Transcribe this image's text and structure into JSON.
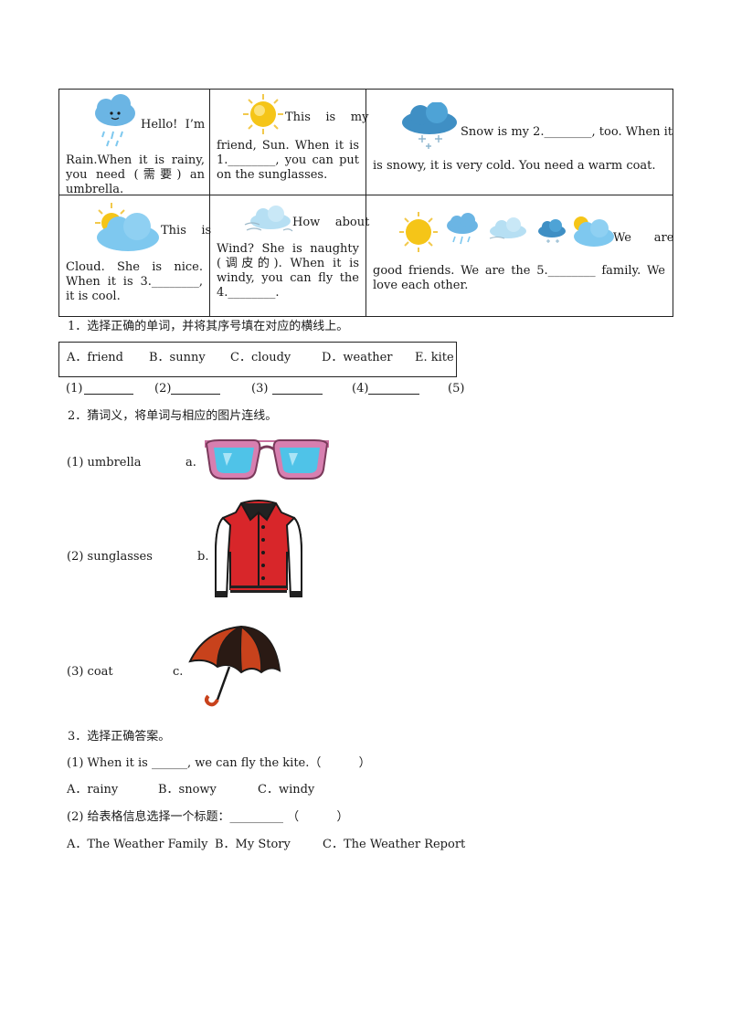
{
  "story_table": {
    "rain": {
      "line1": "Hello!  I’m",
      "rest": "Rain.When it is rainy, you need (需要) an umbrella."
    },
    "sun": {
      "line1": "This    is    my",
      "rest": "friend, Sun. When it is 1.________, you can put on the sunglasses."
    },
    "snow": {
      "line1": "Snow is my 2.________, too. When it",
      "rest": "is snowy, it is very cold. You need a warm coat."
    },
    "cloud": {
      "line1": "This    is",
      "rest": "Cloud. She is nice. When it is 3.________, it is cool."
    },
    "wind": {
      "line1": "How    about",
      "rest": "Wind? She is naughty (调皮的). When it is windy, you can fly the 4.________."
    },
    "family": {
      "line1": "We      are",
      "rest": "good friends. We are the 5.________ family. We love each other."
    }
  },
  "q1": {
    "title": "1．选择正确的单词，并将其序号填在对应的横线上。",
    "options": [
      "A．friend",
      "B．sunny",
      "C．cloudy",
      "D．weather",
      "E. kite"
    ],
    "answers": [
      "(1)",
      "(2)",
      "(3)",
      "(4)",
      "(5)"
    ]
  },
  "q2": {
    "title": "2．猜词义，将单词与相应的图片连线。",
    "words": [
      "(1) umbrella",
      "(2) sunglasses",
      "(3) coat"
    ],
    "letters": [
      "a.",
      "b.",
      "c."
    ]
  },
  "q3": {
    "title": "3．选择正确答案。",
    "sub1": "(1) When it is ______, we can fly the kite.（          ）",
    "sub1_options": [
      "A．rainy",
      "B．snowy",
      "C．windy"
    ],
    "sub2": "(2) 给表格信息选择一个标题：_________ （          ）",
    "sub2_options": [
      "A．The Weather Family",
      "B．My Story",
      "C．The Weather Report"
    ]
  },
  "colors": {
    "sun": "#f5c518",
    "cloud": "#7ec8ef",
    "raincloud": "#5aa7d6",
    "jacket": "#d8262a",
    "umbrella_red": "#c8421c",
    "lens": "#4fc3e8",
    "frame": "#d77fb0"
  }
}
